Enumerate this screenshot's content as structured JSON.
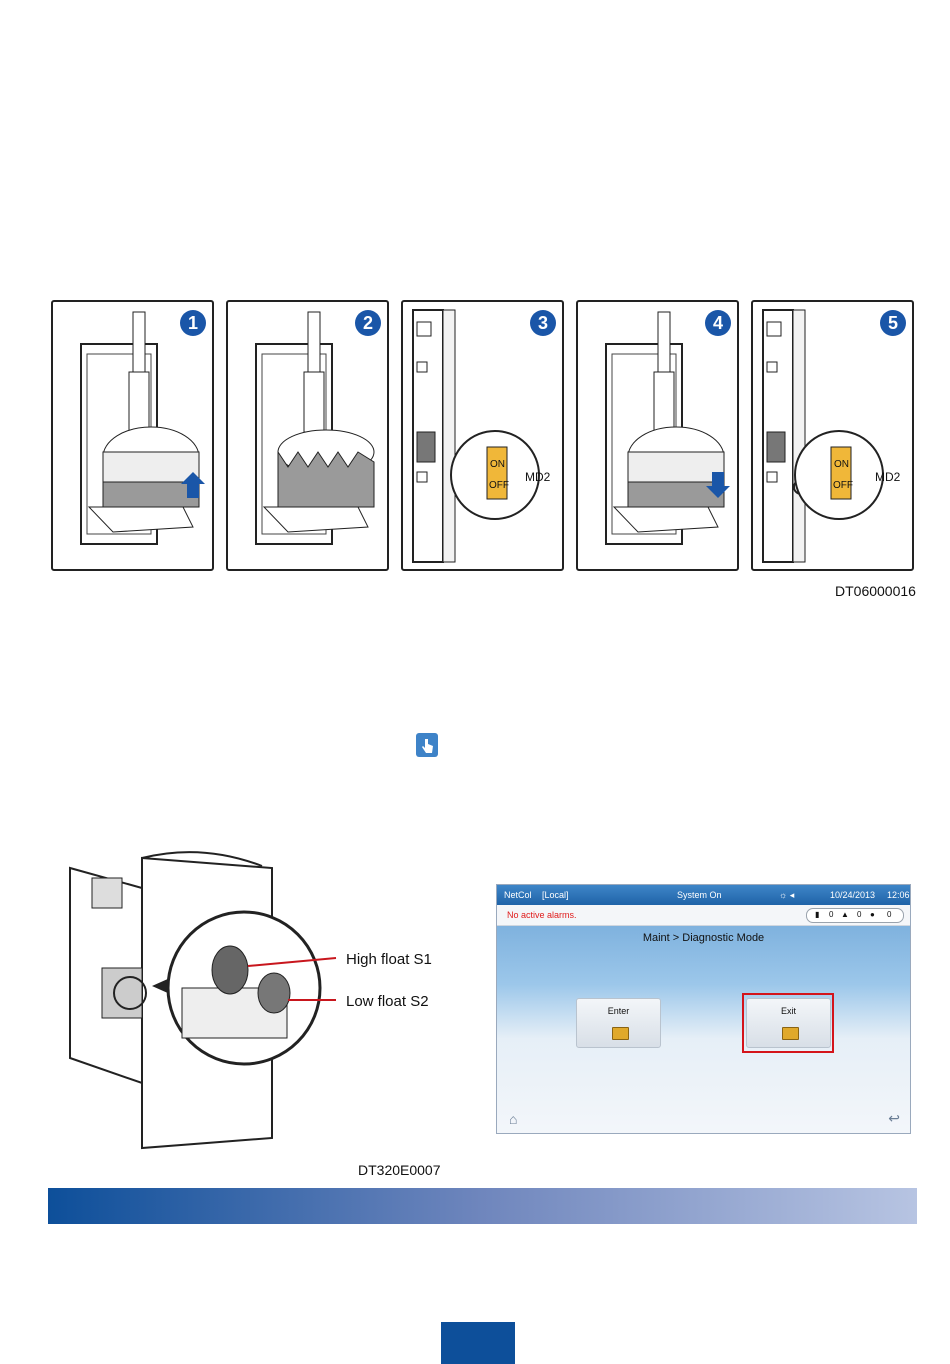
{
  "figure1": {
    "steps": [
      "1",
      "2",
      "3",
      "4",
      "5"
    ],
    "switch_on": "ON",
    "switch_off": "OFF",
    "switch_label": "MD2",
    "figure_id": "DT06000016"
  },
  "figure2": {
    "callouts": [
      "High float S1",
      "Low float S2"
    ],
    "figure_id": "DT320E0007"
  },
  "hmi": {
    "brand": "NetCol",
    "location": "[Local]",
    "system_status": "System On",
    "date": "10/24/2013",
    "time": "12:06",
    "alarm_text": "No active alarms.",
    "alarm_counts": [
      "0",
      "0",
      "0"
    ],
    "breadcrumb": "Maint > Diagnostic Mode",
    "enter_label": "Enter",
    "exit_label": "Exit"
  },
  "colors": {
    "accent_blue": "#1a56a8",
    "banner_start": "#0d4f9a",
    "banner_end": "#b7c4e2",
    "highlight_red": "#d4141b"
  },
  "icons": [
    "touch-icon",
    "home-icon",
    "back-icon"
  ]
}
